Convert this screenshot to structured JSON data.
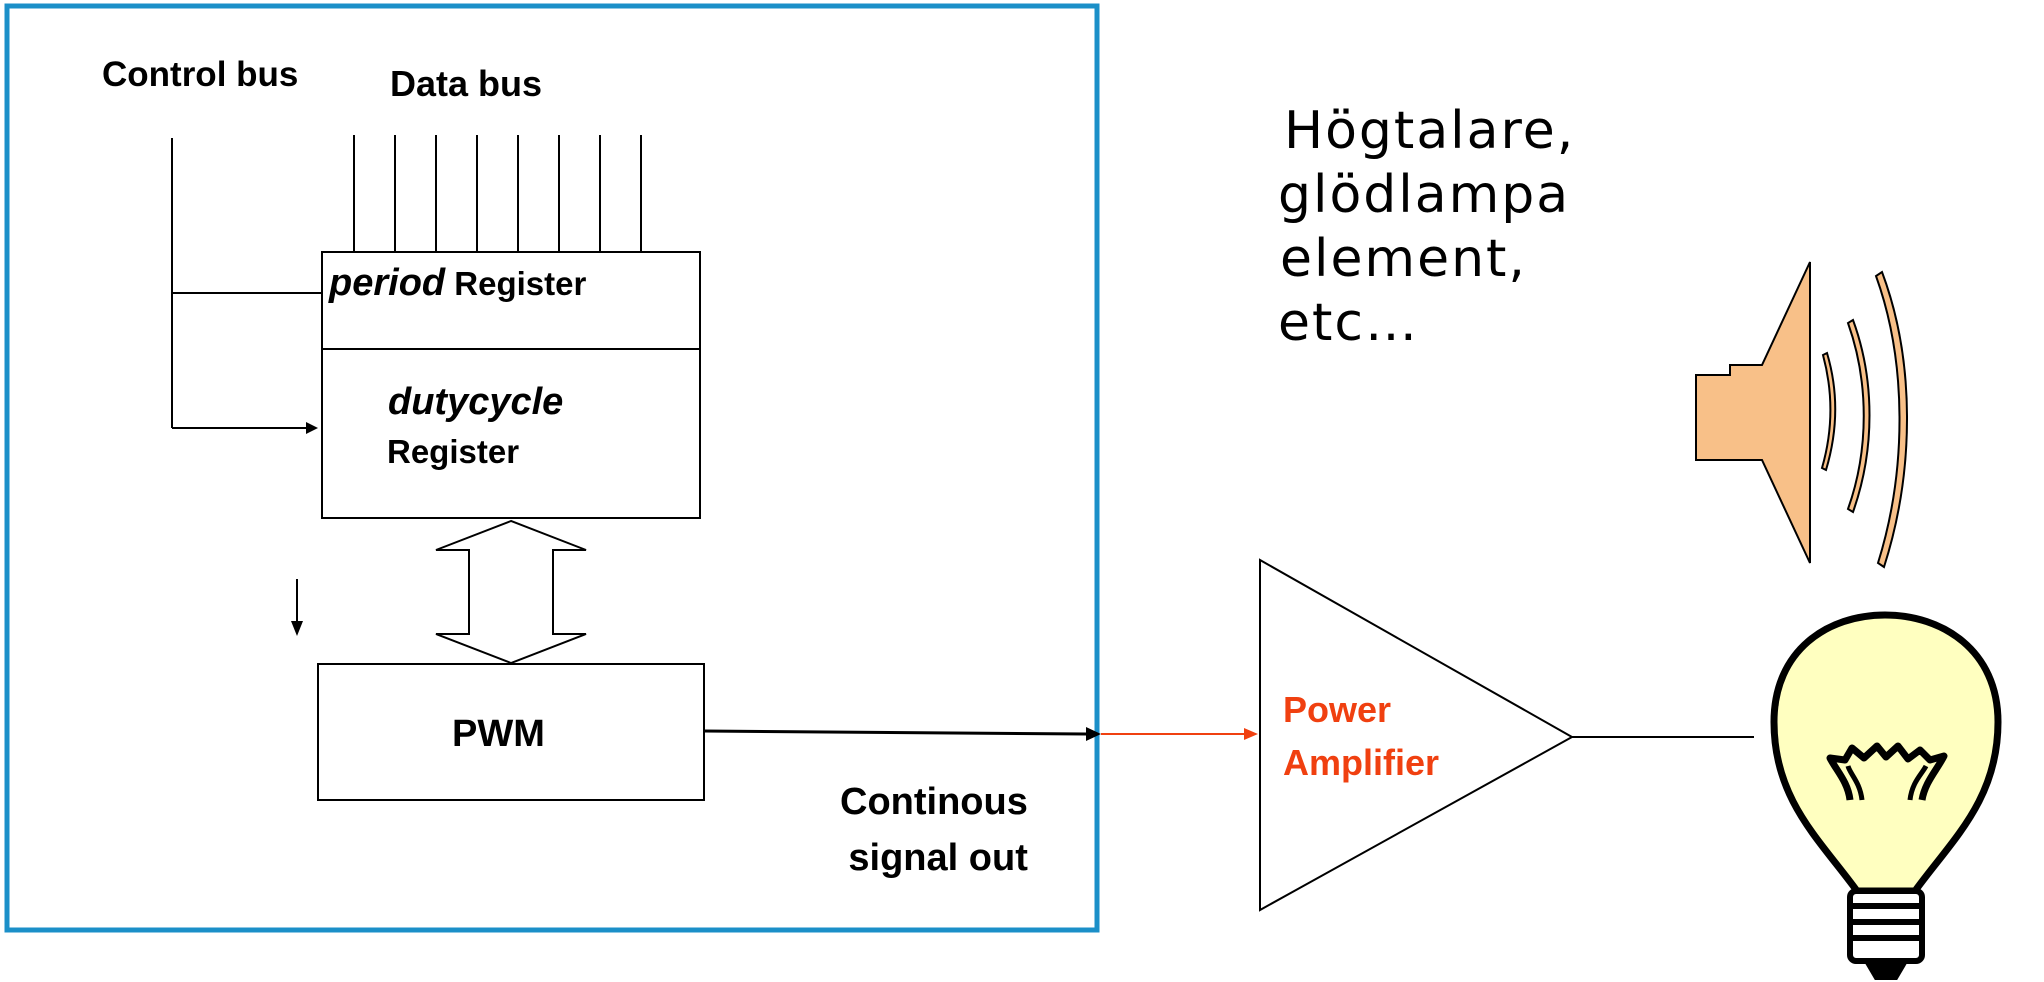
{
  "labels": {
    "control_bus": "Control bus",
    "data_bus": "Data bus",
    "period_register_italic": "period",
    "period_register_rest": "Register",
    "dutycycle_italic": "dutycycle",
    "dutycycle_rest": "Register",
    "pwm": "PWM",
    "continous_line1": "Continous",
    "continous_line2": "signal out",
    "amp_line1": "Power",
    "amp_line2": "Amplifier"
  },
  "devices_note": {
    "line1": "Högtalare,",
    "line2": "glödlampa",
    "line3": "element,",
    "line4": "etc…"
  },
  "icons": {
    "speaker": "speaker-icon",
    "bulb": "light-bulb-icon"
  },
  "colors": {
    "frame": "#1b8fc8",
    "signal_out_highlight": "#f04010",
    "amplifier_text": "#f04010",
    "speaker_fill": "#f8c088",
    "bulb_fill": "#ffffc0"
  }
}
